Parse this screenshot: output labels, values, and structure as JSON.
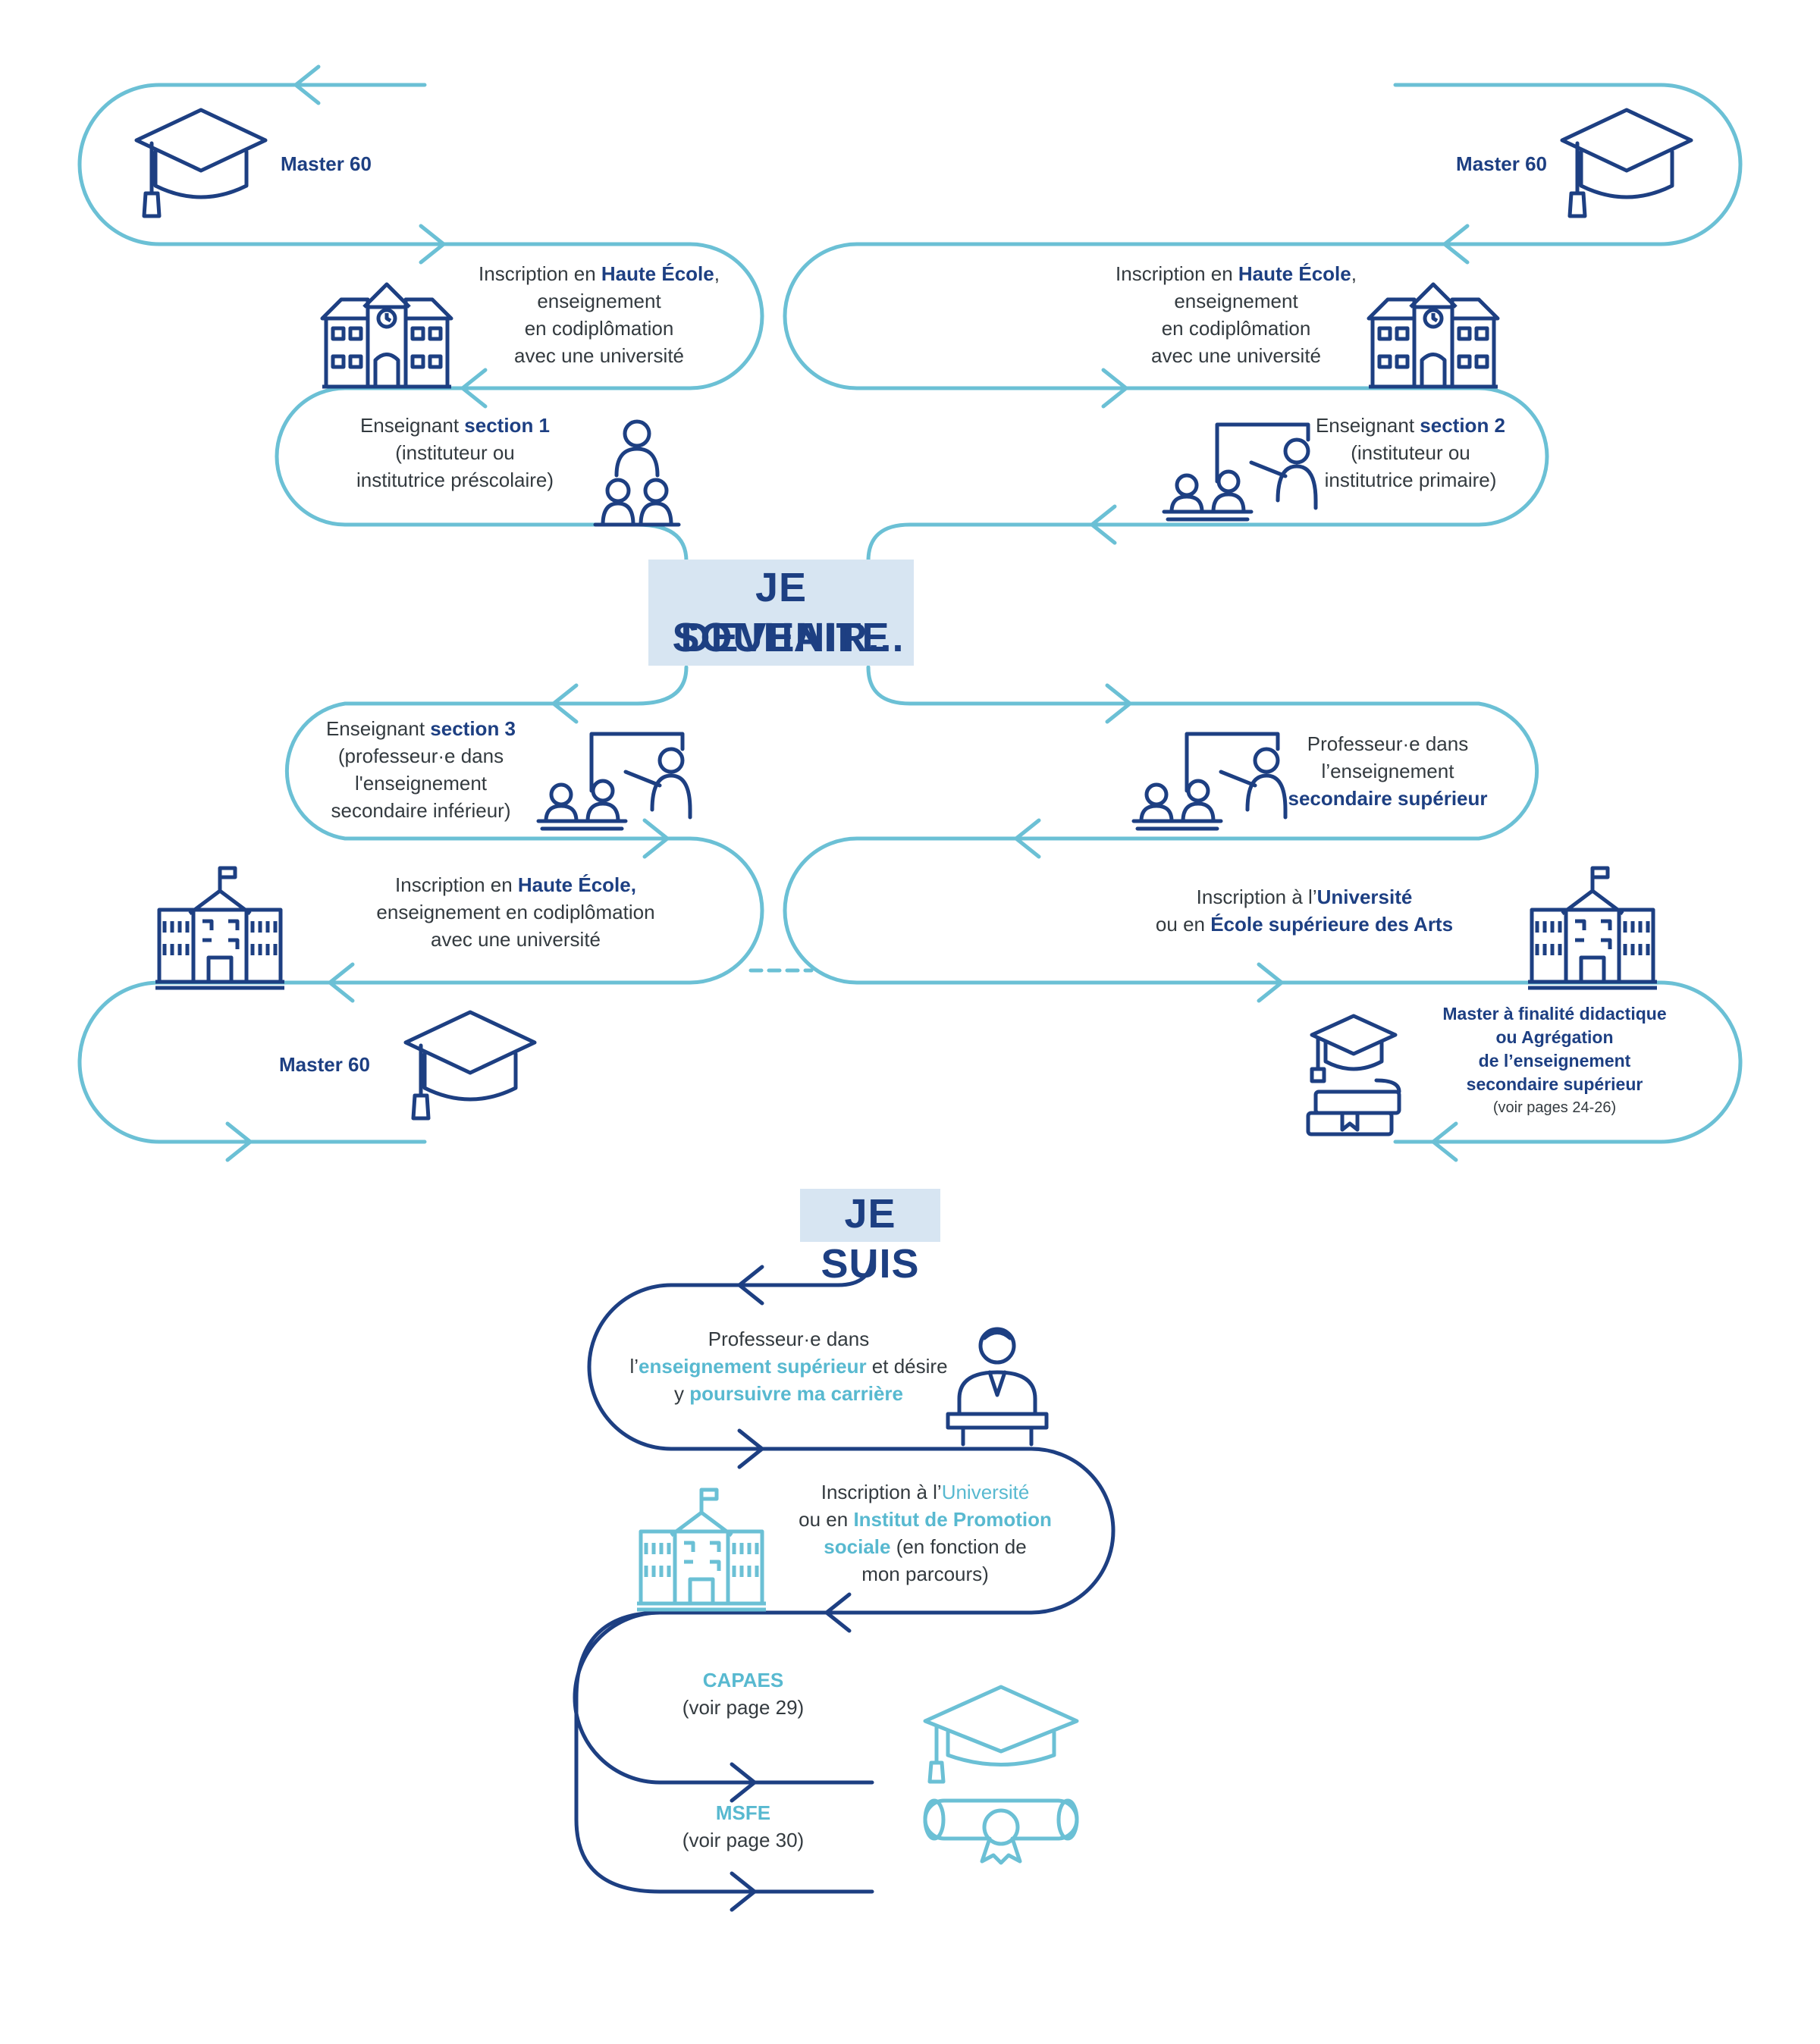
{
  "colors": {
    "light": "#6bc0d5",
    "navy": "#1d3f82",
    "text": "#333a3f",
    "box": "#d7e5f2",
    "accent": "#58b9d0"
  },
  "title_top": {
    "line1": "JE SOUHAITE",
    "line2": "DEVENIR..."
  },
  "title_bottom": "JE SUIS",
  "left": {
    "master_top": "Master 60",
    "he_top": {
      "pre": "Inscription en ",
      "bold": "Haute École",
      "post": ",",
      "l2": "enseignement",
      "l3": "en codiplômation",
      "l4": "avec une université"
    },
    "s1": {
      "pre": "Enseignant ",
      "bold": "section 1",
      "l2": "(instituteur ou",
      "l3": "institutrice préscolaire)"
    },
    "s3": {
      "pre": "Enseignant ",
      "bold": "section 3",
      "l2": "(professeur·e dans",
      "l3": "l'enseignement",
      "l4": "secondaire inférieur)"
    },
    "he_bottom": {
      "pre": "Inscription en ",
      "bold": "Haute École,",
      "l2": "enseignement en codiplômation",
      "l3": "avec une université"
    },
    "master_bottom": "Master 60"
  },
  "right": {
    "master_top": "Master 60",
    "he_top": {
      "pre": "Inscription en ",
      "bold": "Haute École",
      "post": ",",
      "l2": "enseignement",
      "l3": "en codiplômation",
      "l4": "avec une université"
    },
    "s2": {
      "pre": "Enseignant ",
      "bold": "section 2",
      "l2": "(instituteur ou",
      "l3": "institutrice primaire)"
    },
    "prof": {
      "l1": "Professeur·e dans",
      "l2": "l’enseignement",
      "bold": "secondaire supérieur"
    },
    "univ": {
      "pre": "Inscription à l’",
      "bold1": "Université",
      "l2pre": "ou en ",
      "bold2": "École supérieure des Arts"
    },
    "master_final": {
      "l1": "Master à finalité didactique",
      "l2": "ou Agrégation",
      "l3": "de l’enseignement",
      "l4": "secondaire supérieur",
      "note": "(voir pages 24-26)"
    }
  },
  "bottom": {
    "prof": {
      "l1": "Professeur·e dans",
      "l2pre": "l’",
      "l2hl": "enseignement supérieur",
      "l2post": " et désire",
      "l3pre": "y ",
      "l3hl": "poursuivre ma carrière"
    },
    "univ": {
      "l1pre": "Inscription à l’",
      "l1hl": "Université",
      "l2pre": "ou en ",
      "l2hl": "Institut de Promotion",
      "l3hl": "sociale",
      "l3post": " (en fonction de",
      "l4": "mon parcours)"
    },
    "capaes": {
      "name": "CAPAES",
      "note": "(voir page 29)"
    },
    "msfe": {
      "name": "MSFE",
      "note": "(voir page 30)"
    }
  },
  "icons": [
    "graduation-cap-icon",
    "school-building-icon",
    "teacher-children-icon",
    "teacher-board-icon",
    "university-building-icon",
    "books-cap-icon",
    "lecturer-icon",
    "diploma-icon"
  ]
}
